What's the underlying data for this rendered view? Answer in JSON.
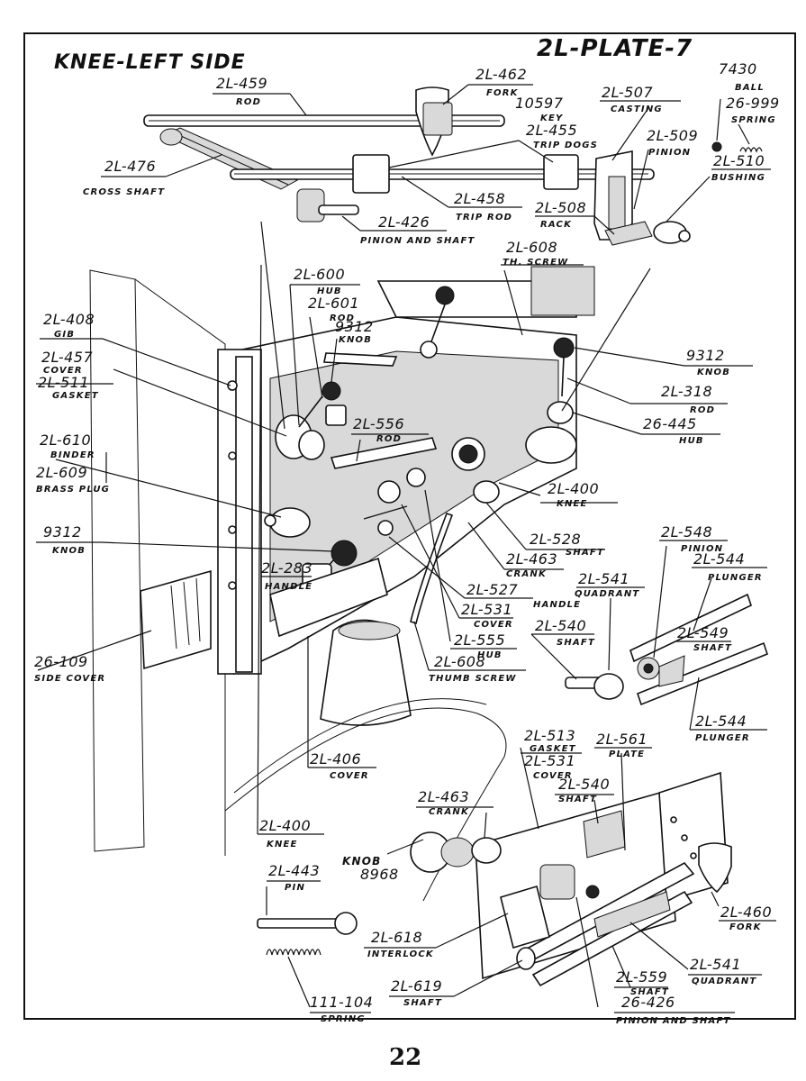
{
  "page": {
    "title": "KNEE-LEFT SIDE",
    "plate": "2L-PLATE-7",
    "page_number": "22"
  },
  "labels": {
    "l459": {
      "num": "2L-459",
      "word": "ROD"
    },
    "l462": {
      "num": "2L-462",
      "word": "FORK"
    },
    "l455": {
      "num": "10597",
      "word": "KEY",
      "num2": "2L-455",
      "word2": "TRIP DOGS"
    },
    "l507": {
      "num": "2L-507",
      "word": "CASTING"
    },
    "l7430": {
      "num": "7430",
      "word": "BALL"
    },
    "l999": {
      "num": "26-999",
      "word": "SPRING"
    },
    "l509": {
      "num": "2L-509",
      "word": "PINION"
    },
    "l510": {
      "num": "2L-510",
      "word": "BUSHING"
    },
    "l476": {
      "num": "2L-476",
      "word": "CROSS SHAFT"
    },
    "l458": {
      "num": "2L-458",
      "word": "TRIP ROD"
    },
    "l508": {
      "num": "2L-508",
      "word": "RACK"
    },
    "l426a": {
      "num": "2L-426",
      "word": "PINION AND SHAFT"
    },
    "l608a": {
      "num": "2L-608",
      "word": "TH. SCREW"
    },
    "l600": {
      "num": "2L-600",
      "word": "HUB"
    },
    "l601": {
      "num": "2L-601",
      "word": "ROD"
    },
    "l9312a": {
      "num": "9312",
      "word": "KNOB"
    },
    "l408": {
      "num": "2L-408",
      "word": "GIB"
    },
    "l457": {
      "num": "2L-457",
      "word": "COVER",
      "num2": "2L-511",
      "word2": "GASKET"
    },
    "l9312b": {
      "num": "9312",
      "word": "KNOB"
    },
    "l318": {
      "num": "2L-318",
      "word": "ROD"
    },
    "l445": {
      "num": "26-445",
      "word": "HUB"
    },
    "l556": {
      "num": "2L-556",
      "word": "ROD"
    },
    "l610": {
      "num": "2L-610",
      "word": "BINDER",
      "num2": "2L-609",
      "word2": "BRASS PLUG"
    },
    "l400a": {
      "num": "2L-400",
      "word": "KNEE"
    },
    "l9312c": {
      "num": "9312",
      "word": "KNOB"
    },
    "l528": {
      "num": "2L-528",
      "word": "SHAFT"
    },
    "l548": {
      "num": "2L-548",
      "word": "PINION"
    },
    "l463a": {
      "num": "2L-463",
      "word": "CRANK"
    },
    "l544a": {
      "num": "2L-544",
      "word": "PLUNGER"
    },
    "l541a": {
      "num": "2L-541",
      "word": "QUADRANT"
    },
    "l283": {
      "num": "2L-283",
      "word": "HANDLE"
    },
    "l527": {
      "num": "2L-527",
      "word": "HANDLE"
    },
    "l531a": {
      "num": "2L-531",
      "word": "COVER"
    },
    "l540a": {
      "num": "2L-540",
      "word": "SHAFT"
    },
    "l549": {
      "num": "2L-549",
      "word": "SHAFT"
    },
    "l555": {
      "num": "2L-555",
      "word": "HUB"
    },
    "l109": {
      "num": "26-109",
      "word": "SIDE COVER"
    },
    "l608b": {
      "num": "2L-608",
      "word": "THUMB SCREW"
    },
    "l544b": {
      "num": "2L-544",
      "word": "PLUNGER"
    },
    "l513": {
      "num": "2L-513",
      "word": "GASKET",
      "num2": "2L-531",
      "word2": "COVER"
    },
    "l561": {
      "num": "2L-561",
      "word": "PLATE"
    },
    "l406": {
      "num": "2L-406",
      "word": "COVER"
    },
    "l540b": {
      "num": "2L-540",
      "word": "SHAFT"
    },
    "l463b": {
      "num": "2L-463",
      "word": "CRANK"
    },
    "l400b": {
      "num": "2L-400",
      "word": "KNEE"
    },
    "l8968": {
      "word": "KNOB",
      "num": "8968"
    },
    "l443": {
      "num": "2L-443",
      "word": "PIN"
    },
    "l460": {
      "num": "2L-460",
      "word": "FORK"
    },
    "l618": {
      "num": "2L-618",
      "word": "INTERLOCK"
    },
    "l541b": {
      "num": "2L-541",
      "word": "QUADRANT"
    },
    "l559": {
      "num": "2L-559",
      "word": "SHAFT"
    },
    "l426b": {
      "num": "26-426",
      "word": "PINION AND SHAFT"
    },
    "l619": {
      "num": "2L-619",
      "word": "SHAFT"
    },
    "l104": {
      "num": "111-104",
      "word": "SPRING"
    }
  }
}
